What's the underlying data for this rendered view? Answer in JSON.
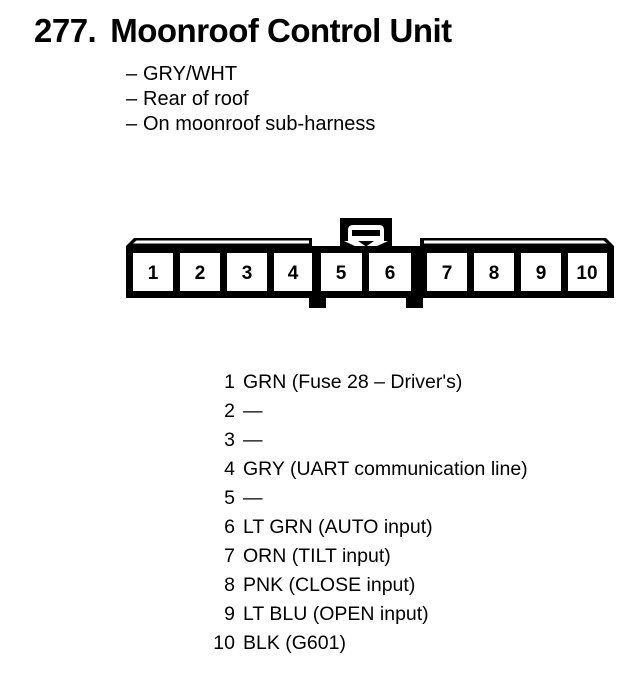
{
  "header": {
    "number": "277.",
    "title": "Moonroof Control Unit",
    "bullets": [
      {
        "dash": "–",
        "text": "GRY/WHT"
      },
      {
        "dash": "–",
        "text": "Rear of roof"
      },
      {
        "dash": "–",
        "text": "On moonroof sub-harness"
      }
    ]
  },
  "connector": {
    "name": "10-pin connector",
    "cavities": [
      {
        "number": "1"
      },
      {
        "number": "2"
      },
      {
        "number": "3"
      },
      {
        "number": "4"
      },
      {
        "number": "5"
      },
      {
        "number": "6"
      },
      {
        "number": "7"
      },
      {
        "number": "8"
      },
      {
        "number": "9"
      },
      {
        "number": "10"
      }
    ],
    "locking_tab": "locking-tab",
    "color": "#000000"
  },
  "pin_list": [
    {
      "number": "1",
      "description": "GRN (Fuse 28 – Driver's)"
    },
    {
      "number": "2",
      "description": "—"
    },
    {
      "number": "3",
      "description": "—"
    },
    {
      "number": "4",
      "description": "GRY (UART communication line)"
    },
    {
      "number": "5",
      "description": "—"
    },
    {
      "number": "6",
      "description": "LT GRN (AUTO input)"
    },
    {
      "number": "7",
      "description": "ORN (TILT input)"
    },
    {
      "number": "8",
      "description": "PNK (CLOSE input)"
    },
    {
      "number": "9",
      "description": "LT BLU (OPEN input)"
    },
    {
      "number": "10",
      "description": "BLK (G601)"
    }
  ]
}
